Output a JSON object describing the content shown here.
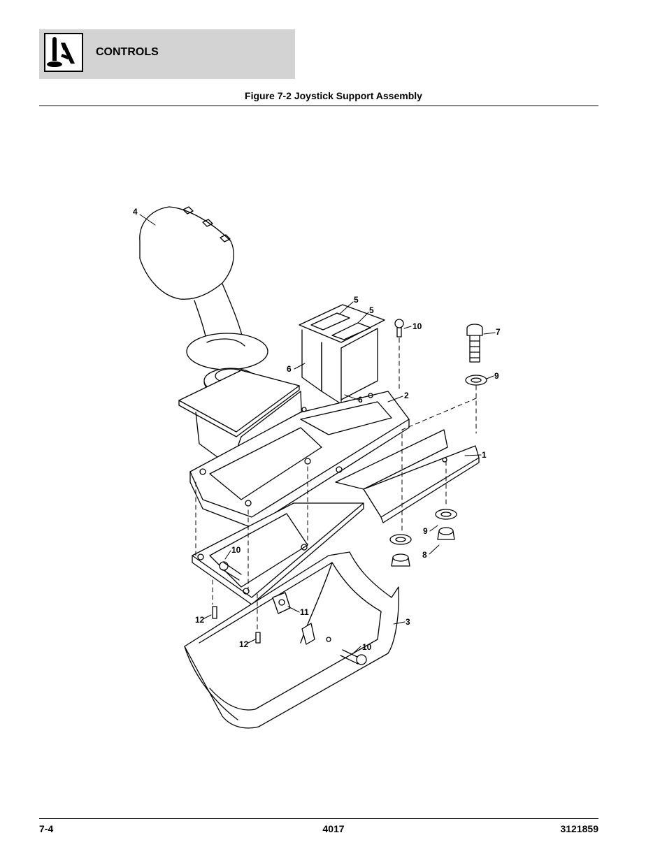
{
  "header": {
    "section_title": "CONTROLS",
    "logo_icon": "joystick-control-icon"
  },
  "figure": {
    "title": "Figure 7-2 Joystick Support Assembly",
    "callouts": {
      "c1": "1",
      "c2": "2",
      "c3": "3",
      "c4": "4",
      "c5a": "5",
      "c5b": "5",
      "c6a": "6",
      "c6b": "6",
      "c7": "7",
      "c8": "8",
      "c9a": "9",
      "c9b": "9",
      "c10a": "10",
      "c10b": "10",
      "c10c": "10",
      "c11": "11",
      "c12a": "12",
      "c12b": "12"
    }
  },
  "footer": {
    "page_number": "7-4",
    "model": "4017",
    "manual_number": "3121859"
  }
}
